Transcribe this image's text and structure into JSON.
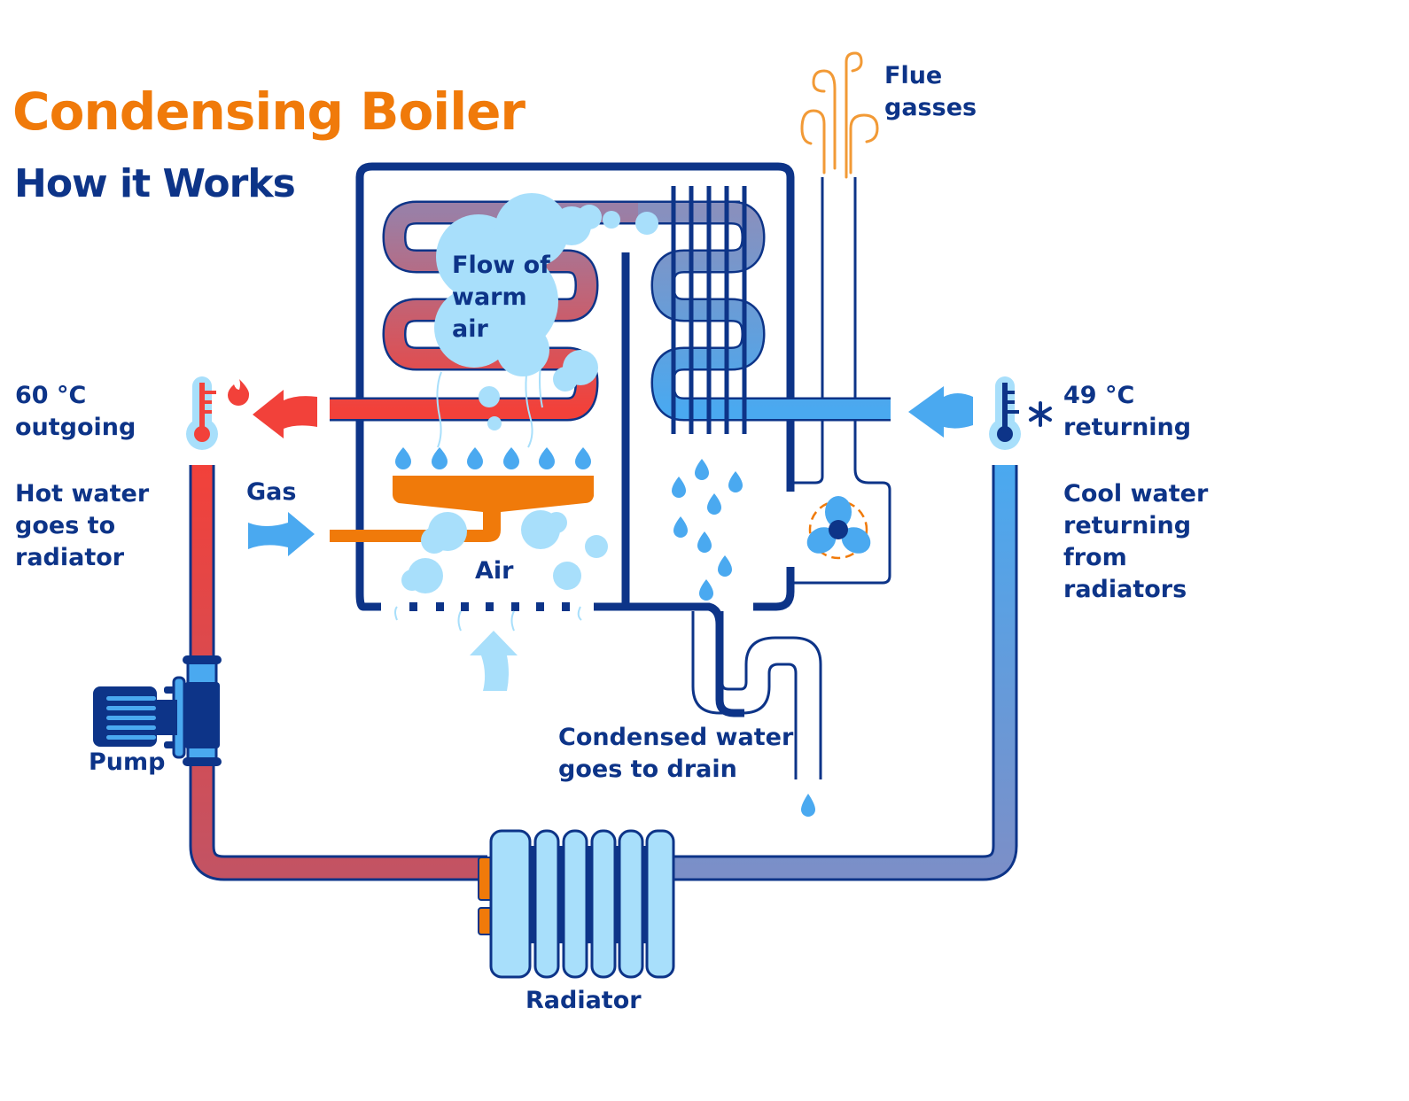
{
  "header": {
    "title": "Condensing Boiler",
    "subtitle": "How it Works"
  },
  "labels": {
    "flue_gasses": "Flue\ngasses",
    "flow_of_warm_air": "Flow of\nwarm\nair",
    "outgoing_temp": "60 °C\noutgoing",
    "returning_temp": "49 °C\nreturning",
    "hot_water": "Hot water\ngoes to\nradiator",
    "gas": "Gas",
    "air": "Air",
    "cool_water": "Cool water\nreturning\nfrom\nradiators",
    "pump": "Pump",
    "condensed_water": "Condensed water\ngoes to drain",
    "radiator": "Radiator"
  },
  "colors": {
    "title_orange": "#f07a0a",
    "navy": "#0d3488",
    "hot_red": "#f2413a",
    "cool_blue": "#4aa9f0",
    "light_blue": "#a8dffb",
    "purple_pipe": "#9a7fa6",
    "orange": "#f07a0a"
  },
  "icons": {
    "thermometer_hot": "thermometer-icon",
    "flame": "flame-icon",
    "thermometer_cold": "thermometer-icon",
    "snowflake": "snowflake-icon",
    "fan": "fan-icon",
    "pump": "pump-icon",
    "radiator": "radiator-icon",
    "burner_flames": "gas-flame-icon"
  }
}
